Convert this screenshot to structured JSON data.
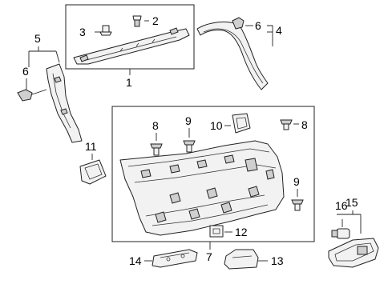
{
  "callouts": {
    "c1": "1",
    "c2": "2",
    "c3": "3",
    "c4": "4",
    "c5": "5",
    "c6a": "6",
    "c6b": "6",
    "c7": "7",
    "c8a": "8",
    "c8b": "8",
    "c9a": "9",
    "c9b": "9",
    "c10": "10",
    "c11": "11",
    "c12": "12",
    "c13": "13",
    "c14": "14",
    "c15": "15",
    "c16": "16"
  }
}
